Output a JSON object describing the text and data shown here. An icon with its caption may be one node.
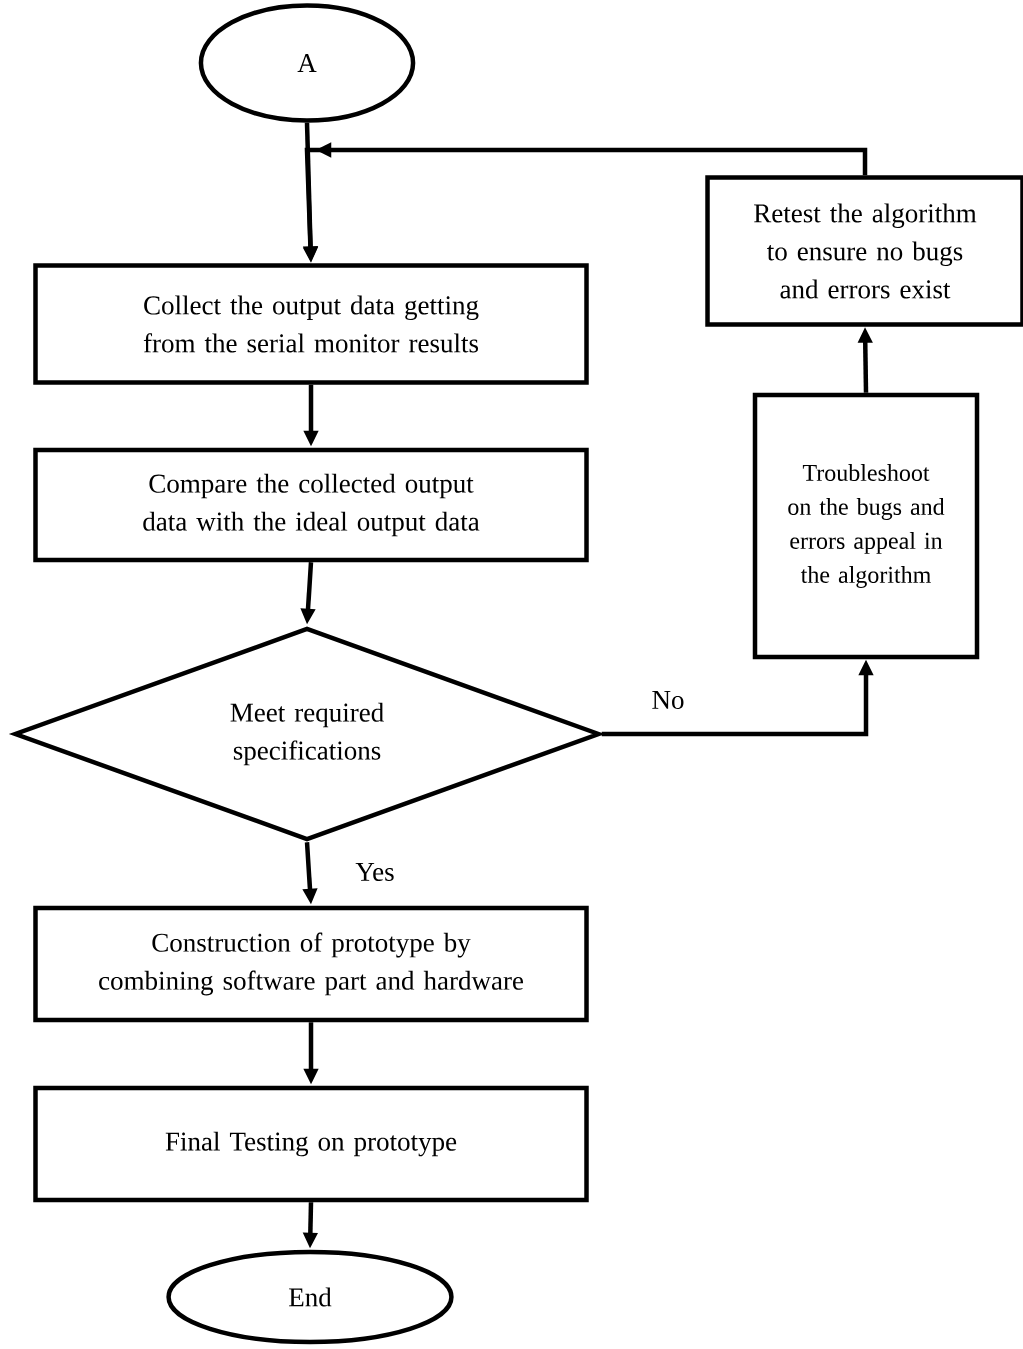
{
  "diagram": {
    "nodes": [
      {
        "text": [
          "A"
        ]
      },
      {
        "text": [
          "Collect the output data getting from the serial monitor results"
        ]
      },
      {
        "text": [
          "Compare the collected output data with the ideal output data"
        ]
      },
      {
        "text": [
          "Meet required specifications"
        ]
      },
      {
        "text": [
          "Construction of prototype by combining software part and hardware"
        ]
      },
      {
        "text": [
          "Final Testing on prototype"
        ]
      },
      {
        "text": [
          "End"
        ]
      },
      {
        "text": [
          "Retest the algorithm to ensure no bugs and errors exist"
        ]
      },
      {
        "text": [
          "Troubleshoot on the bugs and errors appeal in the algorithm"
        ]
      }
    ],
    "edges": [
      {
        "from": 0,
        "to": 1,
        "arrow": "to"
      },
      {
        "from": 1,
        "to": 2,
        "arrow": "to"
      },
      {
        "from": 2,
        "to": 3,
        "arrow": "to"
      },
      {
        "from": 3,
        "to": 4,
        "arrow": "to",
        "label": "Yes"
      },
      {
        "from": 4,
        "to": 5,
        "arrow": "to"
      },
      {
        "from": 5,
        "to": 6,
        "arrow": "to"
      },
      {
        "from": 3,
        "to": 8,
        "arrow": "to",
        "label": "No"
      },
      {
        "from": 8,
        "to": 7,
        "arrow": "to"
      },
      {
        "from": 7,
        "to": 1,
        "arrow": "to"
      }
    ]
  }
}
